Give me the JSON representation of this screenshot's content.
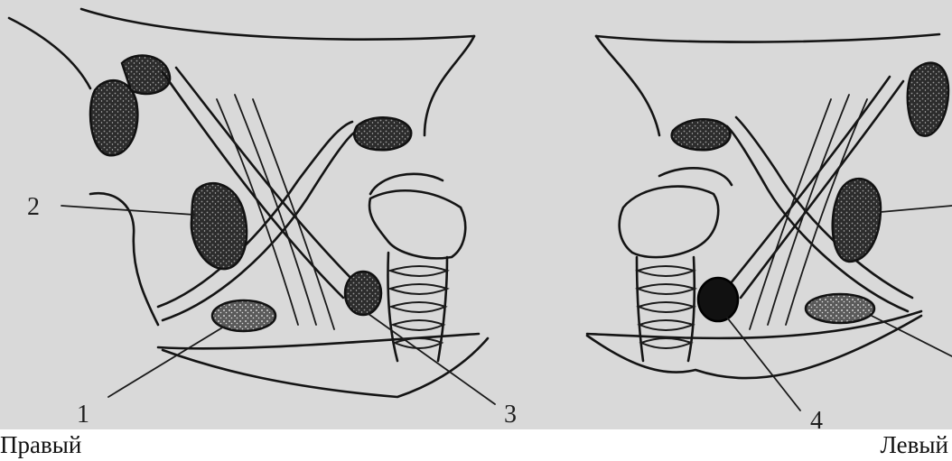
{
  "callouts": {
    "n1": "1",
    "n2": "2",
    "n3": "3",
    "n4": "4"
  },
  "side_labels": {
    "right": "Правый",
    "left": "Левый"
  },
  "colors": {
    "photo_background": "#d9d9d9",
    "ink": "#141414",
    "node_fill": "#2a2a2a"
  }
}
